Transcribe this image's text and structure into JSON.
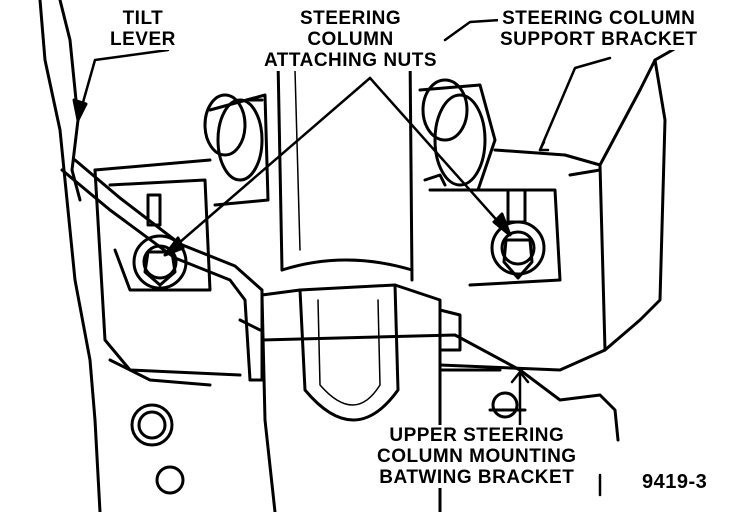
{
  "labels": {
    "tilt_lever": [
      "TILT",
      "LEVER"
    ],
    "attaching_nuts": [
      "STEERING",
      "COLUMN",
      "ATTACHING NUTS"
    ],
    "support_bracket": [
      "STEERING COLUMN",
      "SUPPORT BRACKET"
    ],
    "batwing_bracket": [
      "UPPER STEERING",
      "COLUMN MOUNTING",
      "BATWING BRACKET"
    ],
    "figure_number": "9419-3"
  }
}
